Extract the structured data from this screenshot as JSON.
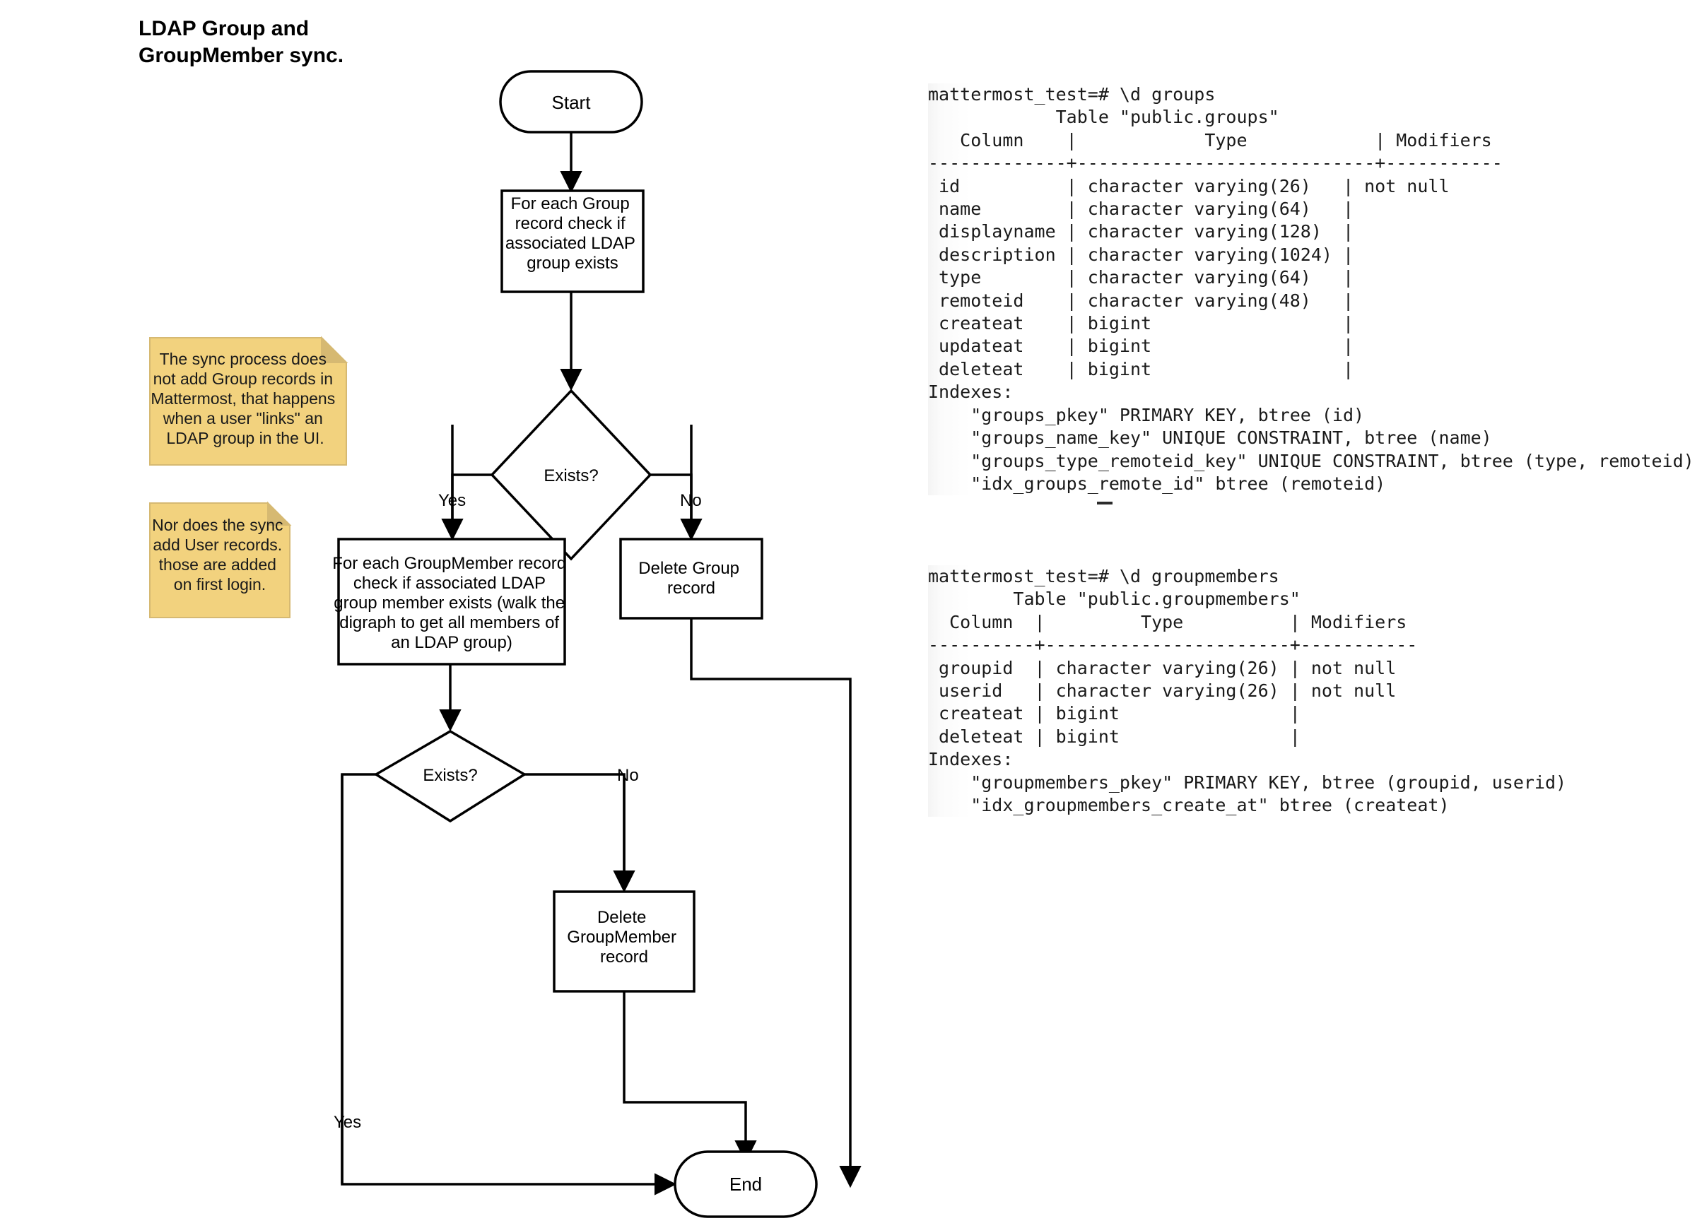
{
  "page": {
    "title_line1": "LDAP Group and",
    "title_line2": "GroupMember sync."
  },
  "flowchart": {
    "nodes": {
      "start": {
        "label": "Start",
        "shape": "terminator"
      },
      "check_group": {
        "shape": "process",
        "lines": [
          "For each Group",
          "record check if",
          "associated LDAP",
          "group exists"
        ]
      },
      "decision_group_exists": {
        "label": "Exists?",
        "shape": "decision"
      },
      "check_groupmember": {
        "shape": "process",
        "lines": [
          "For each GroupMember record",
          "check if associated LDAP",
          "group member exists (walk the",
          "digraph to get all members of",
          "an LDAP group)"
        ]
      },
      "delete_group": {
        "shape": "process",
        "lines": [
          "Delete Group",
          "record"
        ]
      },
      "decision_member_exists": {
        "label": "Exists?",
        "shape": "decision"
      },
      "delete_groupmember": {
        "shape": "process",
        "lines": [
          "Delete",
          "GroupMember",
          "record"
        ]
      },
      "end": {
        "label": "End",
        "shape": "terminator"
      }
    },
    "edge_labels": {
      "group_yes": "Yes",
      "group_no": "No",
      "member_no": "No",
      "member_yes": "Yes"
    },
    "notes": [
      {
        "lines": [
          "The sync process does",
          "not add Group records in",
          "Mattermost, that happens",
          "when a user \"links\" an",
          "LDAP group in the UI."
        ]
      },
      {
        "lines": [
          "Nor does the sync",
          "add User records.",
          "those are added",
          "on first login."
        ]
      }
    ],
    "colors": {
      "note_fill": "#f2d27e",
      "note_fold": "#d6b972",
      "note_stroke": "#d6b972",
      "stroke": "#000000",
      "node_fill": "#ffffff"
    }
  },
  "terminals": {
    "groups": "mattermost_test=# \\d groups\n            Table \"public.groups\"\n   Column    |            Type            | Modifiers\n-------------+----------------------------+-----------\n id          | character varying(26)   | not null\n name        | character varying(64)   |\n displayname | character varying(128)  |\n description | character varying(1024) |\n type        | character varying(64)   |\n remoteid    | character varying(48)   |\n createat    | bigint                  |\n updateat    | bigint                  |\n deleteat    | bigint                  |\nIndexes:\n    \"groups_pkey\" PRIMARY KEY, btree (id)\n    \"groups_name_key\" UNIQUE CONSTRAINT, btree (name)\n    \"groups_type_remoteid_key\" UNIQUE CONSTRAINT, btree (type, remoteid)\n    \"idx_groups_remote_id\" btree (remoteid)",
    "groupmembers": "mattermost_test=# \\d groupmembers\n        Table \"public.groupmembers\"\n  Column  |         Type          | Modifiers\n----------+-----------------------+-----------\n groupid  | character varying(26) | not null\n userid   | character varying(26) | not null\n createat | bigint                |\n deleteat | bigint                |\nIndexes:\n    \"groupmembers_pkey\" PRIMARY KEY, btree (groupid, userid)\n    \"idx_groupmembers_create_at\" btree (createat)"
  }
}
